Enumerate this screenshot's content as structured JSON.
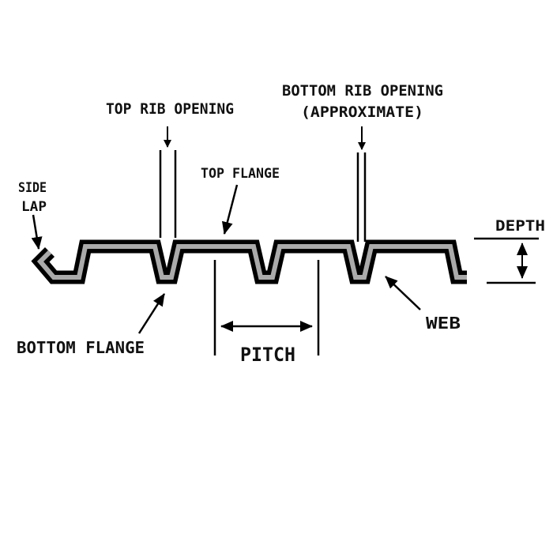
{
  "labels": {
    "top_rib_opening": "TOP RIB OPENING",
    "bottom_rib_opening_1": "BOTTOM RIB OPENING",
    "bottom_rib_opening_2": "(APPROXIMATE)",
    "top_flange": "TOP FLANGE",
    "side_lap_1": "SIDE",
    "side_lap_2": "LAP",
    "depth": "DEPTH",
    "bottom_flange": "BOTTOM FLANGE",
    "pitch": "PITCH",
    "web": "WEB"
  },
  "colors": {
    "outline": "#000000",
    "core": "#aaaaaa"
  }
}
